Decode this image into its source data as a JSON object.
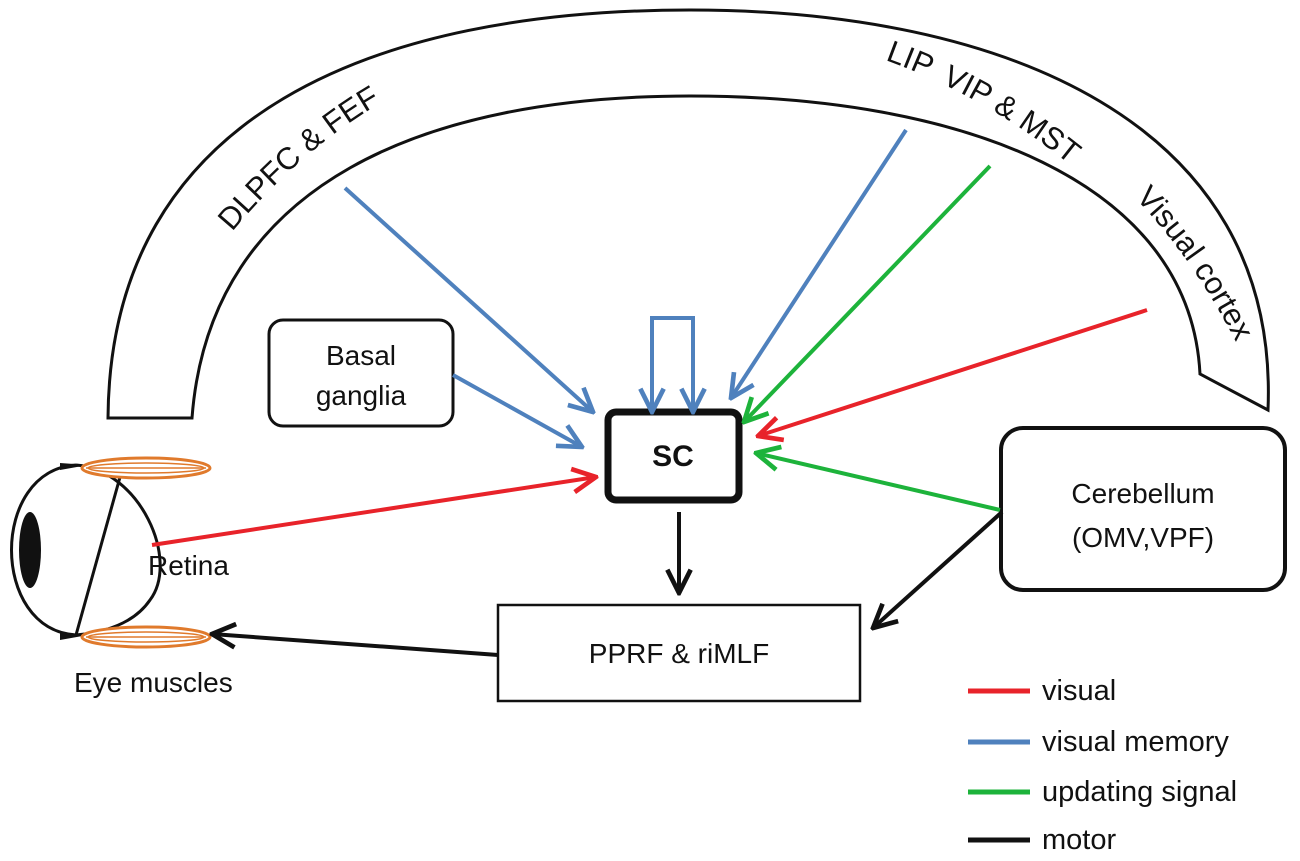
{
  "colors": {
    "visual": "#e8232a",
    "visual_memory": "#4f81bd",
    "updating_signal": "#1db33b",
    "motor": "#111111",
    "muscle": "#e07a2c",
    "sc_label": "#e8232a"
  },
  "cortex": {
    "dlpfc_fef": "DLPFC & FEF",
    "lip": "LIP",
    "vip_mst": "VIP & MST",
    "visual_cortex": "Visual cortex"
  },
  "nodes": {
    "basal_ganglia_line1": "Basal",
    "basal_ganglia_line2": "ganglia",
    "sc": "SC",
    "cerebellum_line1": "Cerebellum",
    "cerebellum_line2": "(OMV,VPF)",
    "pprf": "PPRF & riMLF",
    "retina": "Retina",
    "eye_muscles": "Eye muscles"
  },
  "legend": [
    {
      "label": "visual",
      "color": "#e8232a"
    },
    {
      "label": "visual memory",
      "color": "#4f81bd"
    },
    {
      "label": "updating signal",
      "color": "#1db33b"
    },
    {
      "label": "motor",
      "color": "#111111"
    }
  ]
}
